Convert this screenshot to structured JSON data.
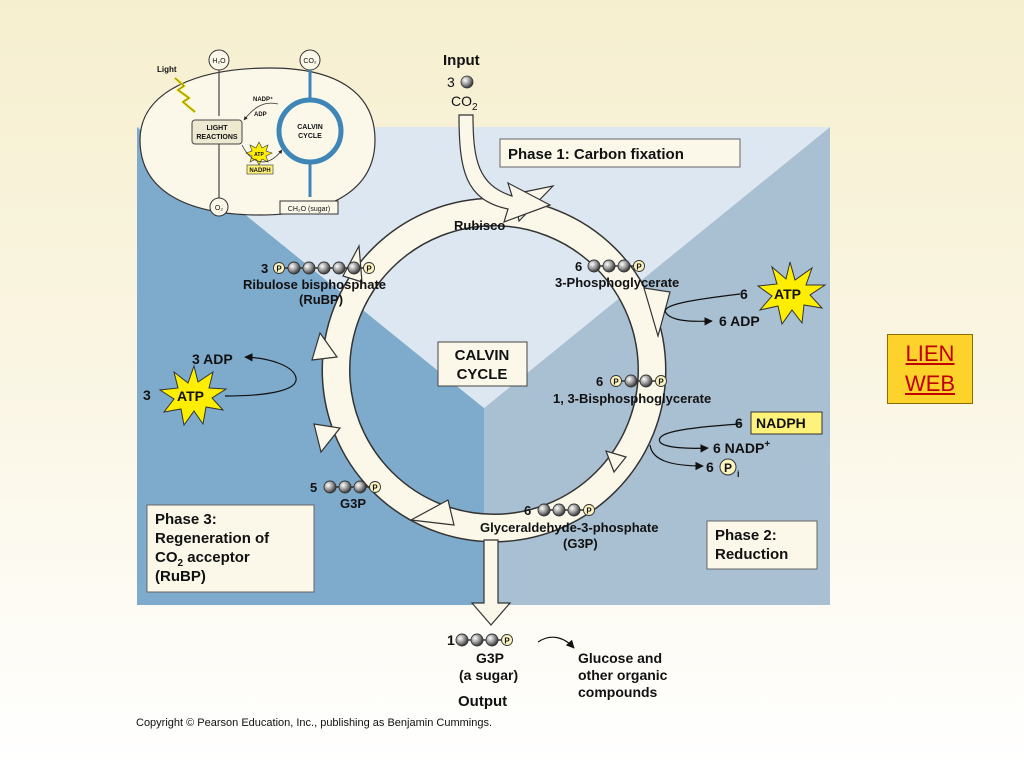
{
  "input": {
    "heading": "Input",
    "count": "3",
    "molecule": "CO",
    "molecule_sub": "2"
  },
  "phase1": "Phase 1: Carbon fixation",
  "phase2": {
    "line1": "Phase 2:",
    "line2": "Reduction"
  },
  "phase3": {
    "line1": "Phase 3:",
    "line2": "Regeneration of",
    "line3a": "CO",
    "line3sub": "2",
    "line3b": " acceptor",
    "line4": "(RuBP)"
  },
  "center": {
    "line1": "CALVIN",
    "line2": "CYCLE"
  },
  "rubisco": "Rubisco",
  "pgl": {
    "count": "6",
    "label": "3-Phosphoglycerate"
  },
  "atp_right": {
    "count": "6",
    "atp": "ATP",
    "adp": "6 ADP"
  },
  "bpg": {
    "count": "6",
    "label": "1, 3-Bisphosphoglycerate"
  },
  "nadph": {
    "count": "6",
    "label": "NADPH",
    "nadp": "6 NADP",
    "nadp_sup": "+",
    "pi_count": "6",
    "pi_sub": "i"
  },
  "g3p_six": {
    "count": "6",
    "label1": "Glyceraldehyde-3-phosphate",
    "label2": "(G3P)"
  },
  "g3p_five": {
    "count": "5",
    "label": "G3P"
  },
  "rubp": {
    "count": "3",
    "label1": "Ribulose bisphosphate",
    "label2": "(RuBP)"
  },
  "atp_left": {
    "count": "3",
    "atp": "ATP",
    "adp": "3 ADP"
  },
  "output": {
    "count": "1",
    "label1": "G3P",
    "label2": "(a sugar)",
    "heading": "Output",
    "dest1": "Glucose and",
    "dest2": "other organic",
    "dest3": "compounds"
  },
  "phosphate": "P",
  "inset": {
    "light": "Light",
    "h2o": "H₂O",
    "co2": "CO₂",
    "o2": "O₂",
    "light_reactions1": "LIGHT",
    "light_reactions2": "REACTIONS",
    "calvin1": "CALVIN",
    "calvin2": "CYCLE",
    "nadp": "NADP⁺",
    "adp": "ADP",
    "atp": "ATP",
    "nadph": "NADPH",
    "sugar": "CH₂O (sugar)"
  },
  "link": {
    "line1": "LIEN",
    "line2": "WEB"
  },
  "copyright": "Copyright © Pearson Education, Inc., publishing as Benjamin Cummings.",
  "colors": {
    "phase1_bg": "#dce7f1",
    "phase2_bg": "#a9bfd2",
    "phase3_bg": "#7eabcc",
    "ring": "#fbf8ea",
    "atp_star": "#ffee00",
    "nadph_box": "#fff27a",
    "calvin_inset_ring": "#3f86b8",
    "link_bg": "#fdd22b",
    "link_text": "#c00000"
  }
}
